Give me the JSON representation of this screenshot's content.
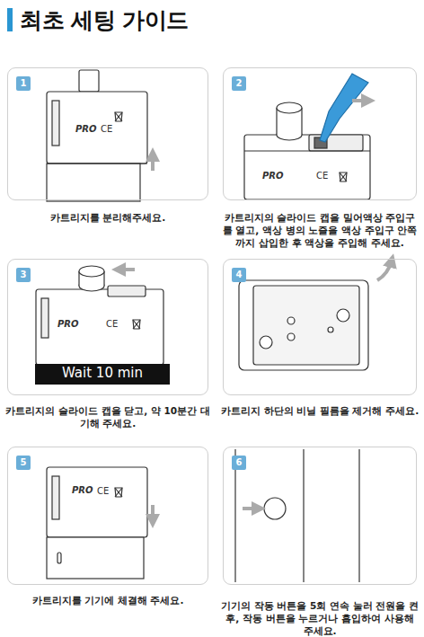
{
  "diagram": {
    "title": "최초 세팅 가이드",
    "nodes": [
      {
        "text": [
          "1",
          "카트리지를 분리해주세요."
        ]
      },
      {
        "text": [
          "2",
          "카트리지의 슬라이드 캡을 밀어액상 주입구를 열고, 액상 병의 노즐을 액상 주입구 안쪽까지 삽입한 후 액상을 주입해 주세요."
        ]
      },
      {
        "text": [
          "3",
          "카트리지의 슬라이드 캡을 닫고, 약 10분간 대기해 주세요."
        ]
      },
      {
        "text": [
          "Wait 10 min"
        ],
        "in": 2
      },
      {
        "text": [
          "4",
          "카트리지 하단의 비닐 필름을 제거해 주세요."
        ]
      },
      {
        "text": [
          "5",
          "카트리지를 기기에 체결해 주세요."
        ]
      },
      {
        "text": [
          "6",
          "기기의 작동 버튼을 5회 연속 눌러 전원을 켠 후, 작동 버튼을 누르거나 흡입하여 사용해 주세요."
        ]
      }
    ],
    "labels": [
      "PRO",
      "CE",
      "PRO",
      "CE",
      "PRO",
      "CE",
      "PRO",
      "CE"
    ]
  }
}
